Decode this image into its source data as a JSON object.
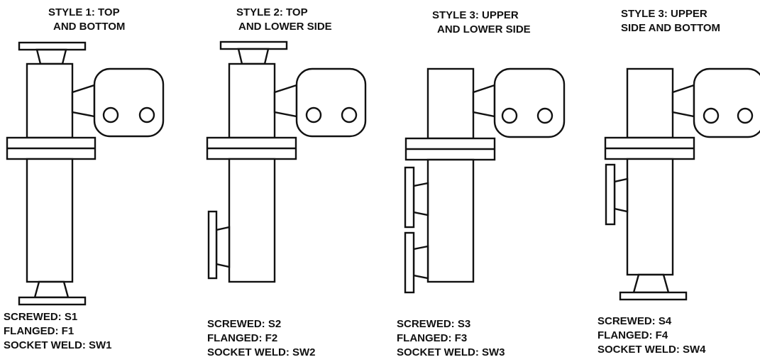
{
  "styles": [
    {
      "title_lines": [
        "STYLE 1: TOP",
        "AND BOTTOM"
      ],
      "connections": [
        "SCREWED: S1",
        "FLANGED: F1",
        "SOCKET WELD: SW1"
      ]
    },
    {
      "title_lines": [
        "STYLE 2: TOP",
        "AND LOWER SIDE"
      ],
      "connections": [
        "SCREWED: S2",
        "FLANGED: F2",
        "SOCKET WELD: SW2"
      ]
    },
    {
      "title_lines": [
        "STYLE 3: UPPER",
        "AND LOWER SIDE"
      ],
      "connections": [
        "SCREWED: S3",
        "FLANGED: F3",
        "SOCKET WELD: SW3"
      ]
    },
    {
      "title_lines": [
        "STYLE 3: UPPER",
        "SIDE AND BOTTOM"
      ],
      "connections": [
        "SCREWED: S4",
        "FLANGED: F4",
        "SOCKET WELD: SW4"
      ]
    }
  ]
}
